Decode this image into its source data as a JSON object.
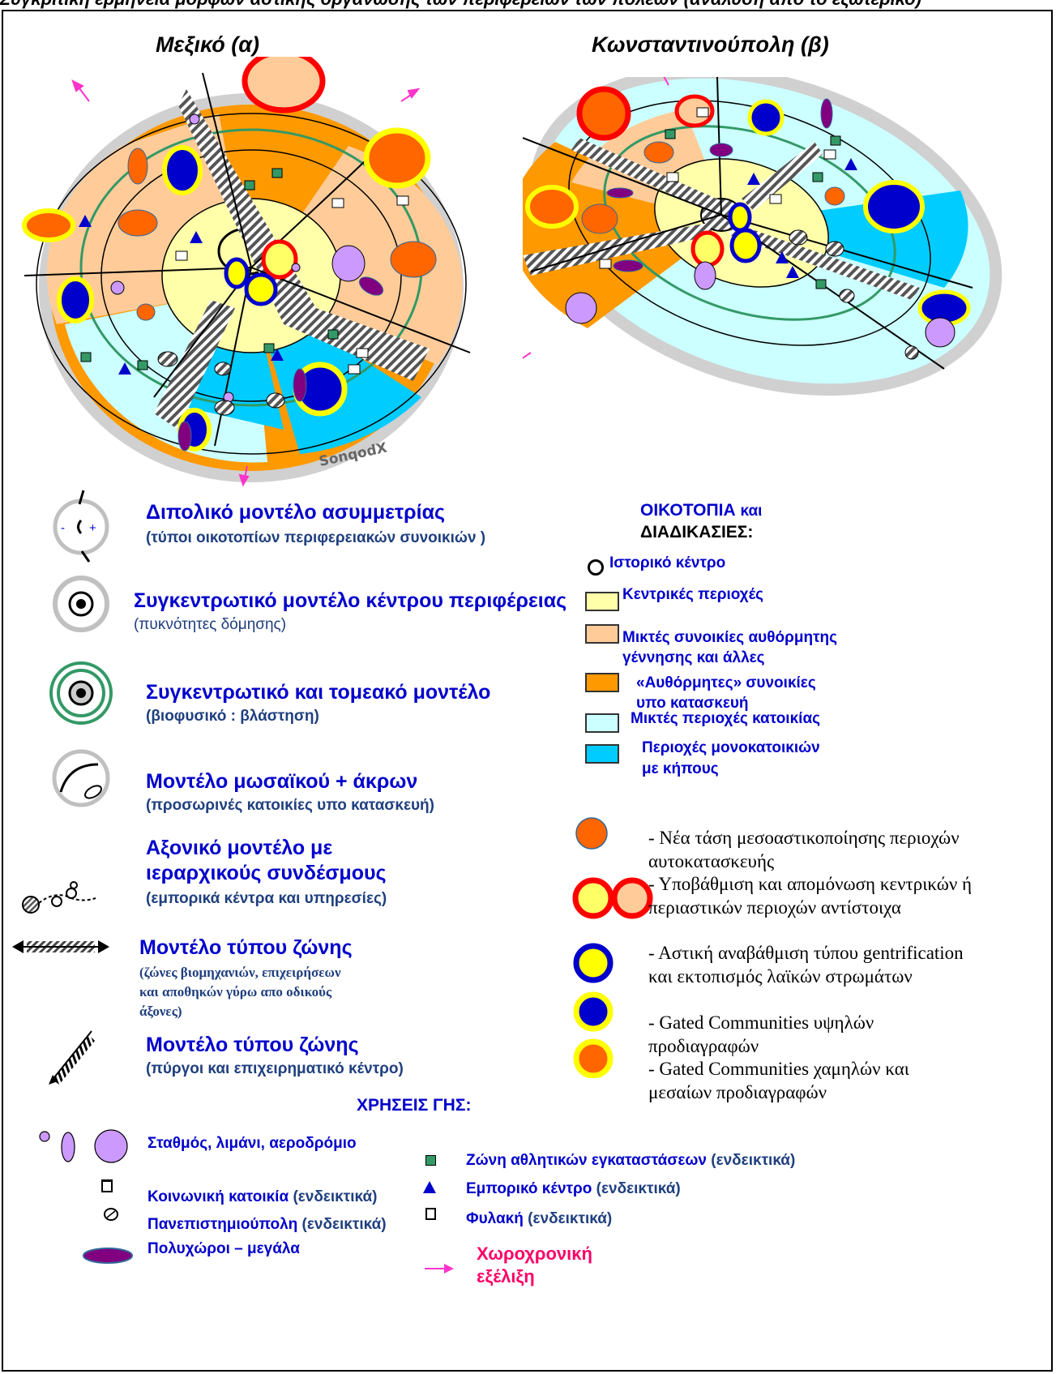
{
  "header": {
    "banner": "Συγκριτική ερμηνεία μορφών αστικής οργάνωσης των περιφερειών των πόλεων (ανάλυση από το εξωτερικό)"
  },
  "maps": {
    "left_title": "Μεξικό (α)",
    "right_title": "Κωνσταντινούπολη (β)",
    "signature": "SonqodX"
  },
  "models": [
    {
      "title": "Διπολικό μοντέλο ασυμμετρίας",
      "subtitle": "(τύποι οικοτοπίων περιφερειακών συνοικιών )",
      "icon": "bipolar-asymmetry-icon",
      "minus": "-",
      "plus": "+"
    },
    {
      "title": "Συγκεντρωτικό μοντέλο κέντρου περιφέρειας",
      "subtitle": "(πυκνότητες δόμησης)",
      "icon": "concentric-core-icon"
    },
    {
      "title": "Συγκεντρωτικό και τομεακό μοντέλο",
      "subtitle": "(βιοφυσικό : βλάστηση)",
      "icon": "concentric-sector-icon"
    },
    {
      "title": "Μοντέλο μωσαϊκού + άκρων",
      "subtitle": "(προσωρινές κατοικίες υπο κατασκευή)",
      "icon": "mosaic-edges-icon"
    },
    {
      "title": "Αξονικό μοντέλο με",
      "title2": "ιεραρχικούς συνδέσμους",
      "subtitle": "(εμπορικά κέντρα και υπηρεσίες)",
      "icon": "axial-links-icon"
    },
    {
      "title": "Μοντέλο τύπου ζώνης",
      "subtitle": "(ζώνες βιομηχανιών, επιχειρήσεων",
      "subtitle2": "και αποθηκών γύρω απο οδικούς",
      "subtitle3": "άξονες)",
      "icon": "industrial-zone-icon"
    },
    {
      "title": "Μοντέλο τύπου ζώνης",
      "subtitle": "(πύργοι και επιχειρηματικό κέντρο)",
      "icon": "tower-zone-icon"
    }
  ],
  "habitats": {
    "heading1": "ΟΙΚΟΤΟΠΙΑ",
    "heading_and": "και",
    "heading2": "ΔΙΑΔΙΚΑΣΙΕΣ:",
    "items": [
      {
        "label": "Ιστορικό κέντρο",
        "color": "#000000"
      },
      {
        "label": "Κεντρικές περιοχές",
        "color": "#ffffaa"
      },
      {
        "label": "Μικτές συνοικίες αυθόρμητης",
        "label2": "γέννησης και άλλες",
        "color": "#ffcc99"
      },
      {
        "label": "«Αυθόρμητες» συνοικίες",
        "label2": "υπο κατασκευή",
        "color": "#ff9900"
      },
      {
        "label": "Μικτές περιοχές κατοικίας",
        "color": "#ccffff"
      },
      {
        "label": "Περιοχές μονοκατοικιών",
        "label2": "με κήπους",
        "color": "#00ccff"
      }
    ]
  },
  "processes": [
    {
      "text": "- Νέα τάση μεσοαστικοποίησης περιοχών αυτοκατασκευής"
    },
    {
      "text": "- Υποβάθμιση και απομόνωση κεντρικών ή περιαστικών περιοχών αντίστοιχα"
    },
    {
      "text": "- Αστική αναβάθμιση τύπου gentrification και εκτοπισμός λαϊκών στρωμάτων"
    },
    {
      "text": "- Gated Communities υψηλών προδιαγραφών"
    },
    {
      "text": "- Gated Communities χαμηλών και μεσαίων προδιαγραφών"
    }
  ],
  "land_use": {
    "heading": "ΧΡΗΣΕΙΣ ΓΗΣ:",
    "station": "Σταθμός, λιμάνι, αεροδρόμιο",
    "social_housing": "Κοινωνική κατοικία",
    "university": "Πανεπιστημιούπολη",
    "multiplex": "Πολυχώροι –  μεγάλα",
    "sports": "Ζώνη αθλητικών εγκαταστάσεων",
    "commercial": "Εμπορικό κέντρο",
    "prison": "Φυλακή",
    "indicative": "(ενδεικτικά)",
    "evolution": "Χωροχρονική",
    "evolution2": "εξέλιξη"
  },
  "colors": {
    "blue_text": "#0000cc",
    "navy_text": "#1f3f7f",
    "pink_arrow": "#ff33cc",
    "green_ring": "#339966",
    "purple": "#cc99ff",
    "dark_purple": "#800080"
  }
}
